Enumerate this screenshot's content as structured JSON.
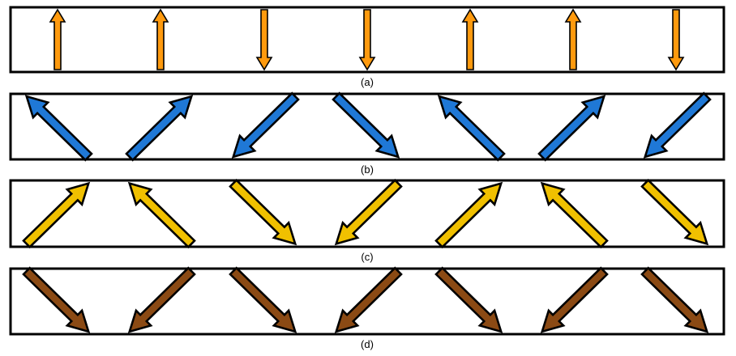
{
  "panels": [
    {
      "label": "(a)",
      "color": "#ff9a0e",
      "arrows": [
        "up",
        "up",
        "down",
        "down",
        "up",
        "up",
        "down"
      ]
    },
    {
      "label": "(b)",
      "color": "#1f78d6",
      "arrows": [
        "up-left",
        "up-right",
        "down-left",
        "down-right",
        "up-left",
        "up-right",
        "down-left"
      ]
    },
    {
      "label": "(c)",
      "color": "#f0c000",
      "arrows": [
        "up-right",
        "up-left",
        "down-right",
        "down-left",
        "up-right",
        "up-left",
        "down-right"
      ]
    },
    {
      "label": "(d)",
      "color": "#8b4a14",
      "arrows": [
        "down-right",
        "down-left",
        "down-right",
        "down-left",
        "down-right",
        "down-left",
        "down-right"
      ]
    }
  ]
}
